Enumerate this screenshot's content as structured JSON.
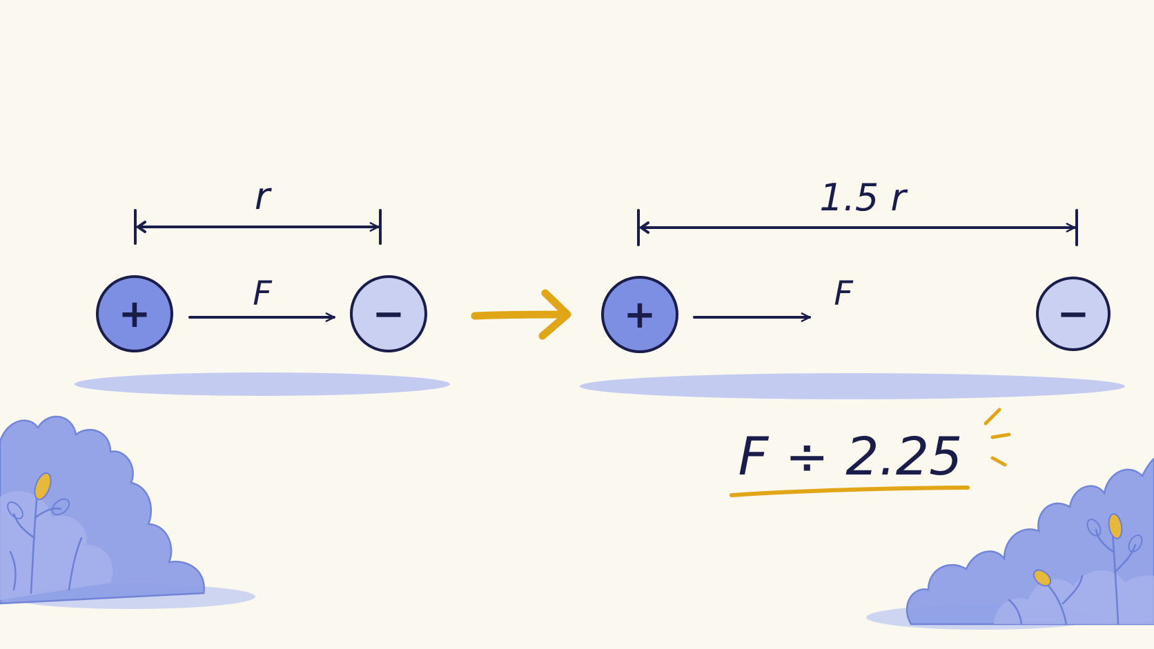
{
  "left_setup": {
    "distance_label": "r",
    "force_label": "F",
    "positive_sign": "+",
    "negative_sign": "−"
  },
  "right_setup": {
    "distance_label": "1.5 r",
    "force_label": "F",
    "positive_sign": "+",
    "negative_sign": "−"
  },
  "result": {
    "text": "F ÷ 2.25"
  },
  "colors": {
    "background": "#fbf8f0",
    "ink": "#1a1d4a",
    "positive_charge": "#7d8fe3",
    "negative_charge": "#c9d0f2",
    "transition_arrow": "#e0a617",
    "underline": "#e0a617",
    "shadow": "#c3ccf0",
    "bush": "#8fa0e6"
  },
  "icons": {
    "transition": "right-arrow-icon",
    "decoration_left": "bush-illustration",
    "decoration_right": "bush-illustration"
  }
}
